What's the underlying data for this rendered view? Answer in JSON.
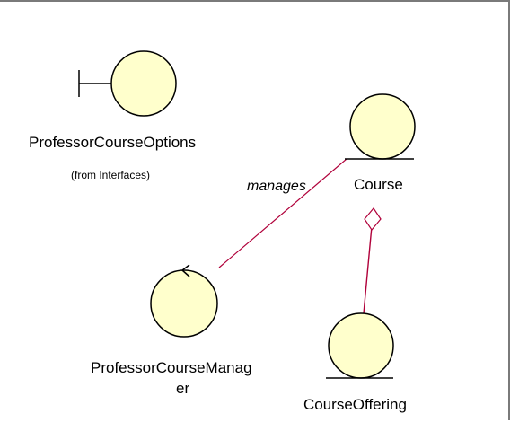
{
  "diagram": {
    "nodes": {
      "professor_course_options": {
        "stereotype": "boundary",
        "name": "ProfessorCourseOptions",
        "package_note": "(from Interfaces)"
      },
      "course": {
        "stereotype": "entity",
        "name": "Course"
      },
      "professor_course_manager": {
        "stereotype": "control",
        "name_line1": "ProfessorCourseManag",
        "name_line2": "er"
      },
      "course_offering": {
        "stereotype": "entity",
        "name": "CourseOffering"
      }
    },
    "relations": {
      "manages": {
        "kind": "association",
        "label": "manages"
      },
      "course_offering_aggregation": {
        "kind": "aggregation"
      }
    },
    "colors": {
      "node_fill": "#FFFFCC",
      "stroke": "#000000",
      "relation": "#B0003A"
    }
  }
}
